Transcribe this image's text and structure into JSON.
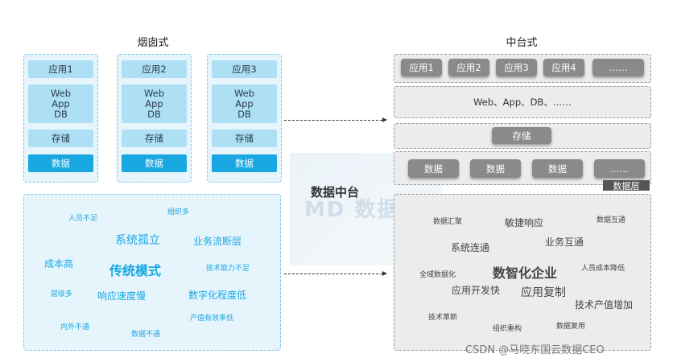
{
  "chimney": {
    "title": "烟囱式",
    "columns": [
      {
        "app": "应用1",
        "stack": [
          "Web",
          "App",
          "DB"
        ],
        "storage": "存储",
        "data": "数据"
      },
      {
        "app": "应用2",
        "stack": [
          "Web",
          "App",
          "DB"
        ],
        "storage": "存储",
        "data": "数据"
      },
      {
        "app": "应用3",
        "stack": [
          "Web",
          "App",
          "DB"
        ],
        "storage": "存储",
        "data": "数据"
      }
    ],
    "keywords": [
      {
        "text": "人员不足"
      },
      {
        "text": "组织多"
      },
      {
        "text": "系统孤立"
      },
      {
        "text": "业务流断层"
      },
      {
        "text": "成本高"
      },
      {
        "text": "传统模式"
      },
      {
        "text": "技术能力不足"
      },
      {
        "text": "层级多"
      },
      {
        "text": "响应速度慢"
      },
      {
        "text": "数字化程度低"
      },
      {
        "text": "产值有效率低"
      },
      {
        "text": "内外不通"
      },
      {
        "text": "数据不通"
      }
    ]
  },
  "middle": {
    "label": "数据中台",
    "bg_text": "MD 数据"
  },
  "platform": {
    "title": "中台式",
    "apps": [
      "应用1",
      "应用2",
      "应用3",
      "应用4",
      "……"
    ],
    "web_row": "Web、App、DB、……",
    "storage": "存储",
    "data_items": [
      "数据",
      "数据",
      "数据",
      "……"
    ],
    "data_layer_tag": "数据层",
    "keywords": [
      {
        "text": "数据汇聚"
      },
      {
        "text": "敏捷响应"
      },
      {
        "text": "数据互通"
      },
      {
        "text": "系统连通"
      },
      {
        "text": "业务互通"
      },
      {
        "text": "全域数据化"
      },
      {
        "text": "数智化企业"
      },
      {
        "text": "人员成本降低"
      },
      {
        "text": "应用开发快"
      },
      {
        "text": "应用复制"
      },
      {
        "text": "技术产值增加"
      },
      {
        "text": "技术革新"
      },
      {
        "text": "组织重构"
      },
      {
        "text": "数据复用"
      }
    ]
  },
  "watermark": "CSDN @马晓东国云数据CEO",
  "colors": {
    "accent_blue": "#19a7e2",
    "light_blue": "#aee0f5",
    "gray_button": "#8a8a8a"
  }
}
